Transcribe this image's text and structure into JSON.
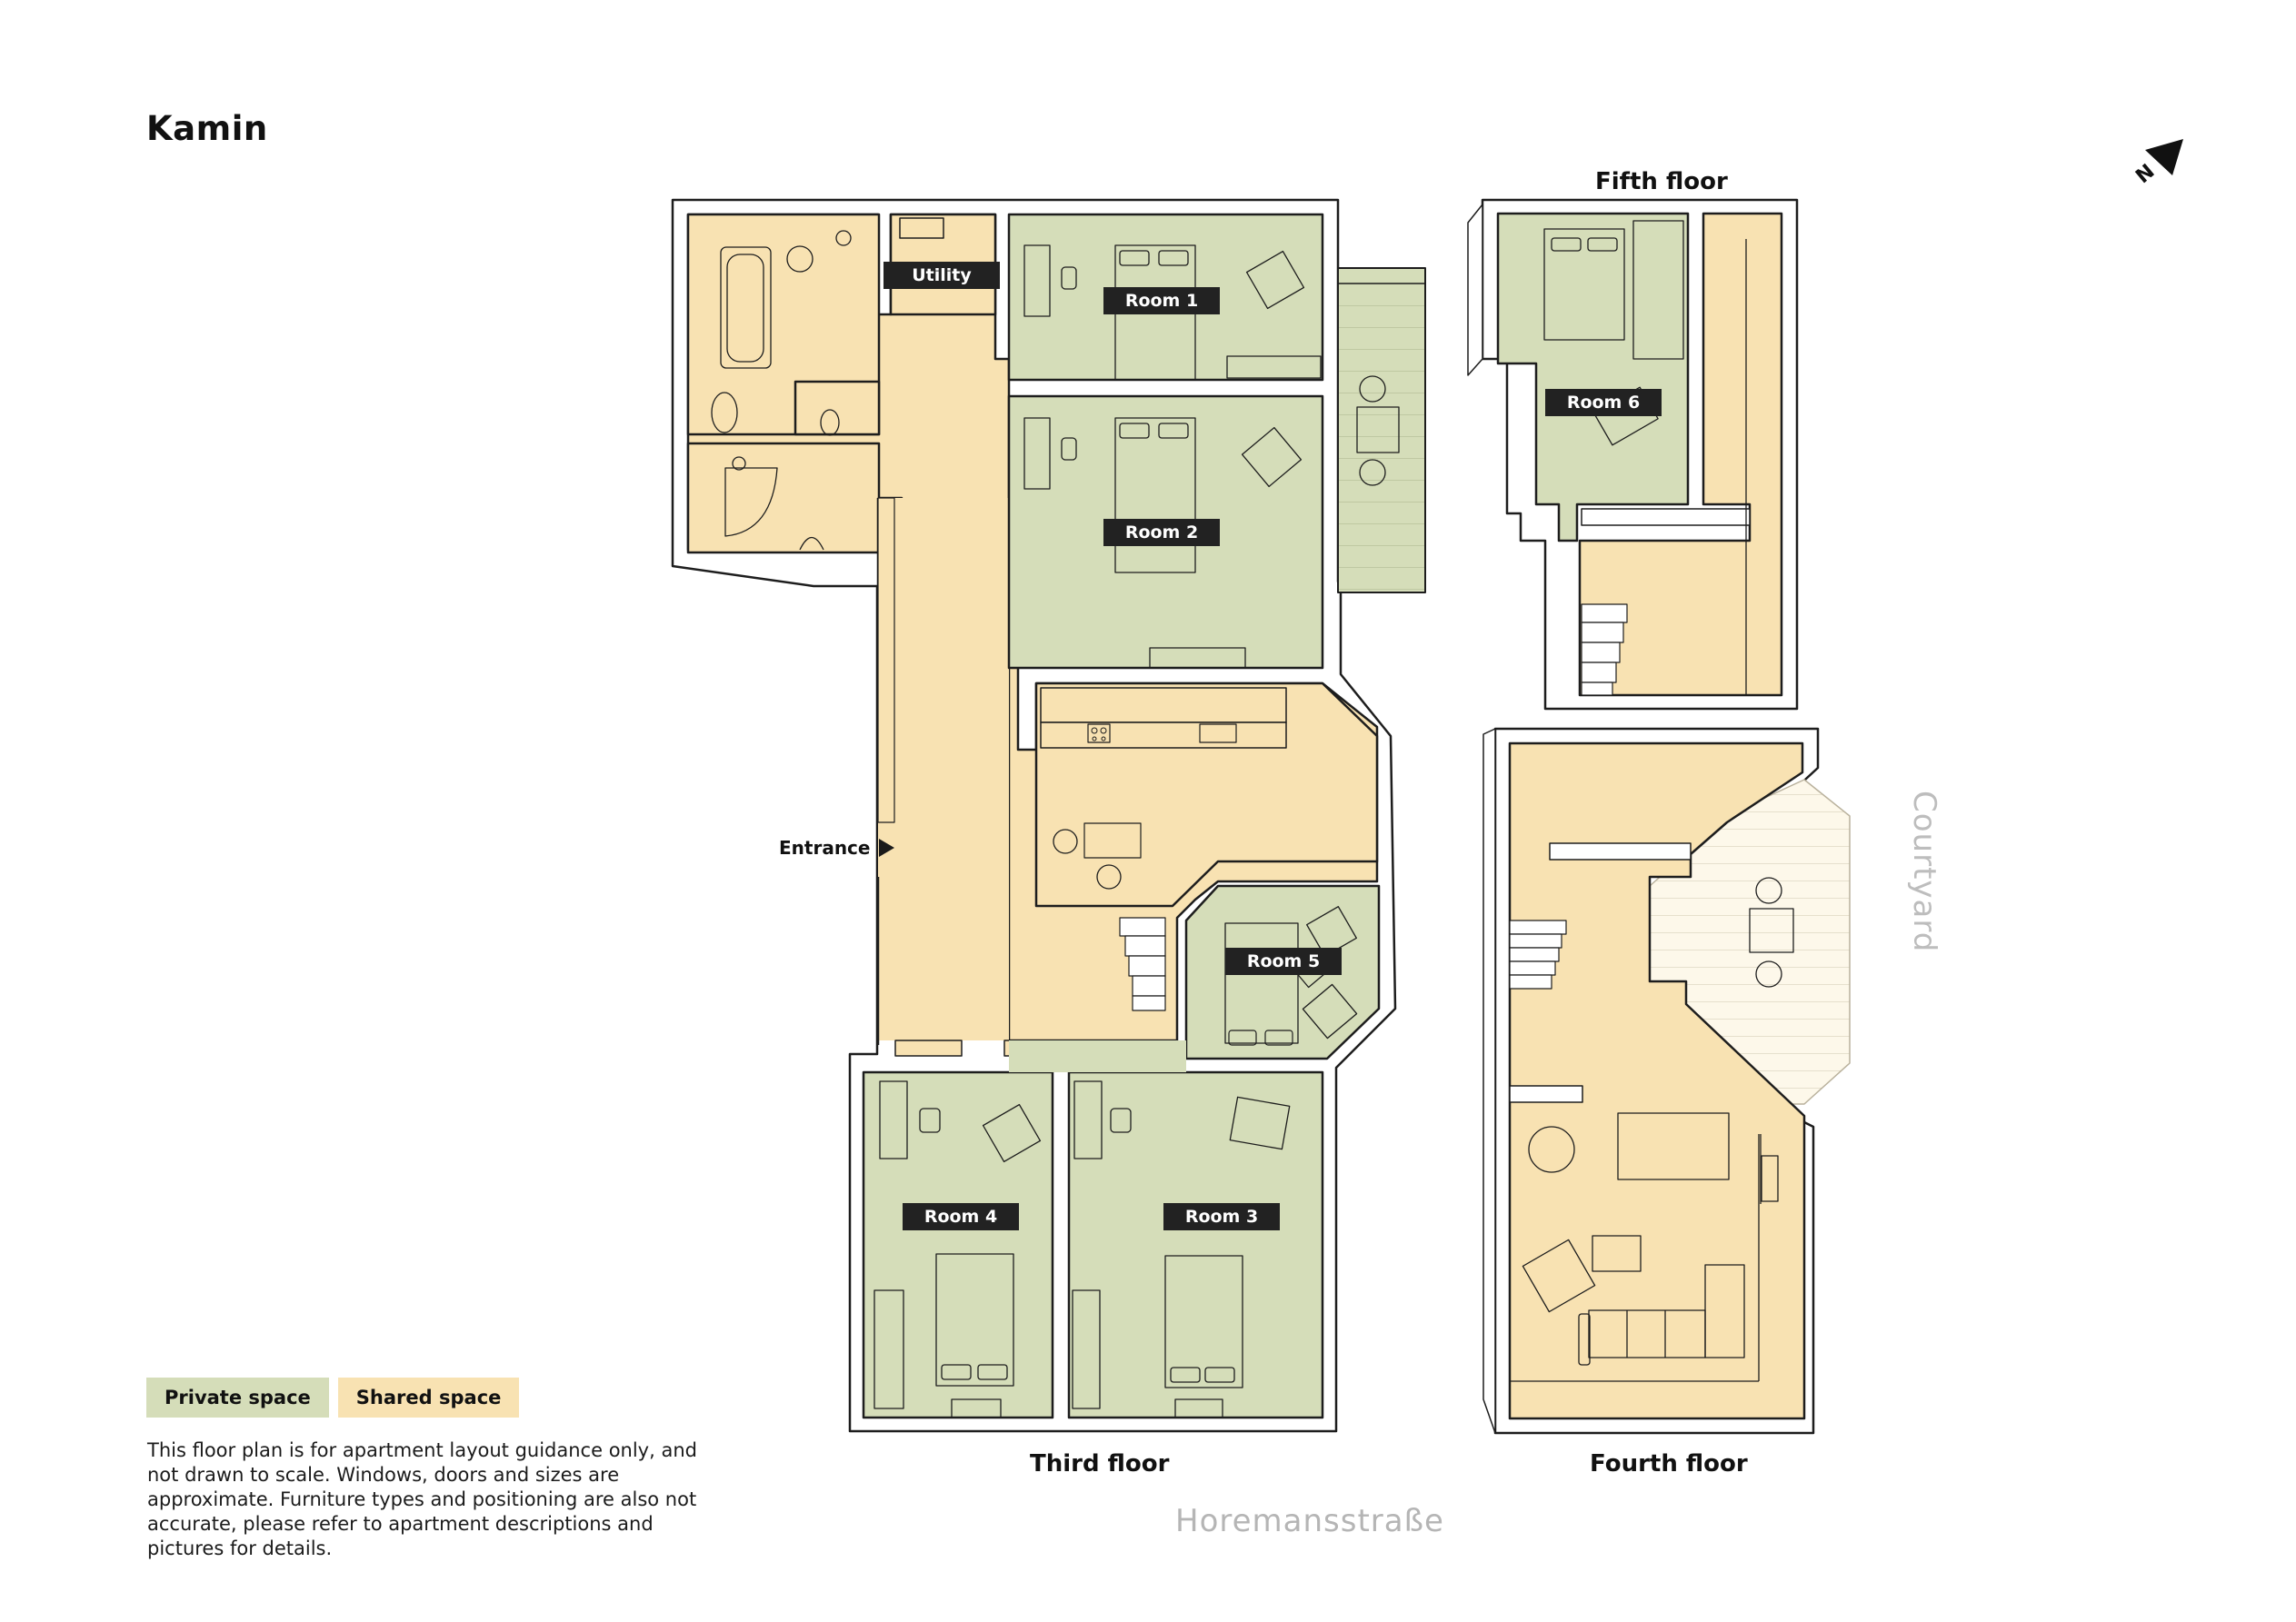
{
  "title": "Kamin",
  "compass": {
    "icon": "north-arrow-icon",
    "label": "N"
  },
  "floors": {
    "third": {
      "label": "Third floor"
    },
    "fourth": {
      "label": "Fourth floor"
    },
    "fifth": {
      "label": "Fifth floor"
    }
  },
  "rooms": {
    "utility": "Utility",
    "room1": "Room 1",
    "room2": "Room 2",
    "room3": "Room 3",
    "room4": "Room 4",
    "room5": "Room 5",
    "room6": "Room 6"
  },
  "entrance": {
    "label": "Entrance",
    "icon": "arrow-right-icon"
  },
  "surroundings": {
    "street": "Horemansstraße",
    "courtyard": "Courtyard"
  },
  "legend": {
    "private": {
      "label": "Private space",
      "color": "#d5ddb9"
    },
    "shared": {
      "label": "Shared space",
      "color": "#f8e2b2"
    }
  },
  "disclaimer": "This floor plan is for apartment layout guidance only, and not drawn to scale. Windows, doors and sizes are approximate. Furniture types and positioning are also not accurate, please refer to apartment descriptions and pictures for details.",
  "colors": {
    "private": "#d5ddb9",
    "shared": "#f8e2b2",
    "wall": "#ffffff",
    "outline": "#1d1d1d",
    "label_bg": "#222222",
    "balcony": "#fdf8ea"
  }
}
